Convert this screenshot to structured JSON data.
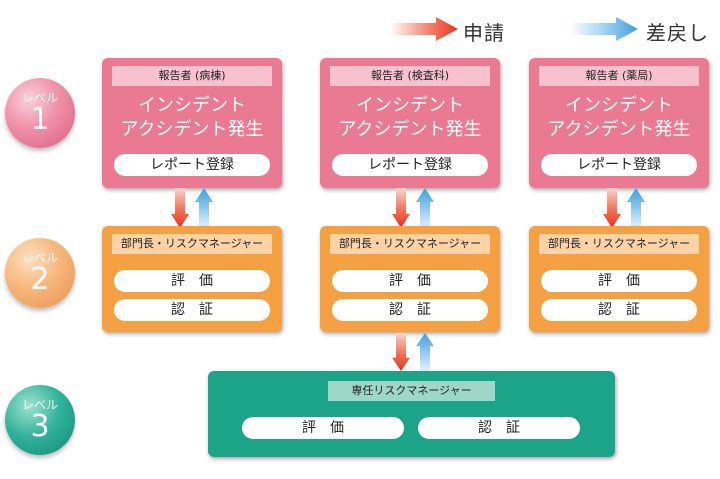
{
  "legend": {
    "request_label": "申請",
    "return_label": "差戻し",
    "request_color": "#e8321e",
    "return_color": "#3f9fe0"
  },
  "levels": [
    {
      "label": "レベル",
      "number": "1"
    },
    {
      "label": "レベル",
      "number": "2"
    },
    {
      "label": "レベル",
      "number": "3"
    }
  ],
  "reporters": [
    {
      "title": "報告者 (病棟)",
      "event_line1": "インシデント",
      "event_line2": "アクシデント発生",
      "action": "レポート登録"
    },
    {
      "title": "報告者 (検査科)",
      "event_line1": "インシデント",
      "event_line2": "アクシデント発生",
      "action": "レポート登録"
    },
    {
      "title": "報告者 (薬局)",
      "event_line1": "インシデント",
      "event_line2": "アクシデント発生",
      "action": "レポート登録"
    }
  ],
  "managers": [
    {
      "title": "部門長・リスクマネージャー",
      "evaluate": "評　価",
      "certify": "認　証"
    },
    {
      "title": "部門長・リスクマネージャー",
      "evaluate": "評　価",
      "certify": "認　証"
    },
    {
      "title": "部門長・リスクマネージャー",
      "evaluate": "評　価",
      "certify": "認　証"
    }
  ],
  "dedicated": {
    "title": "専任リスクマネージャー",
    "evaluate": "評　価",
    "certify": "認　証"
  },
  "colors": {
    "level1_box": "#ea7a92",
    "level2_box": "#f5a043",
    "level3_box": "#1ba487"
  }
}
